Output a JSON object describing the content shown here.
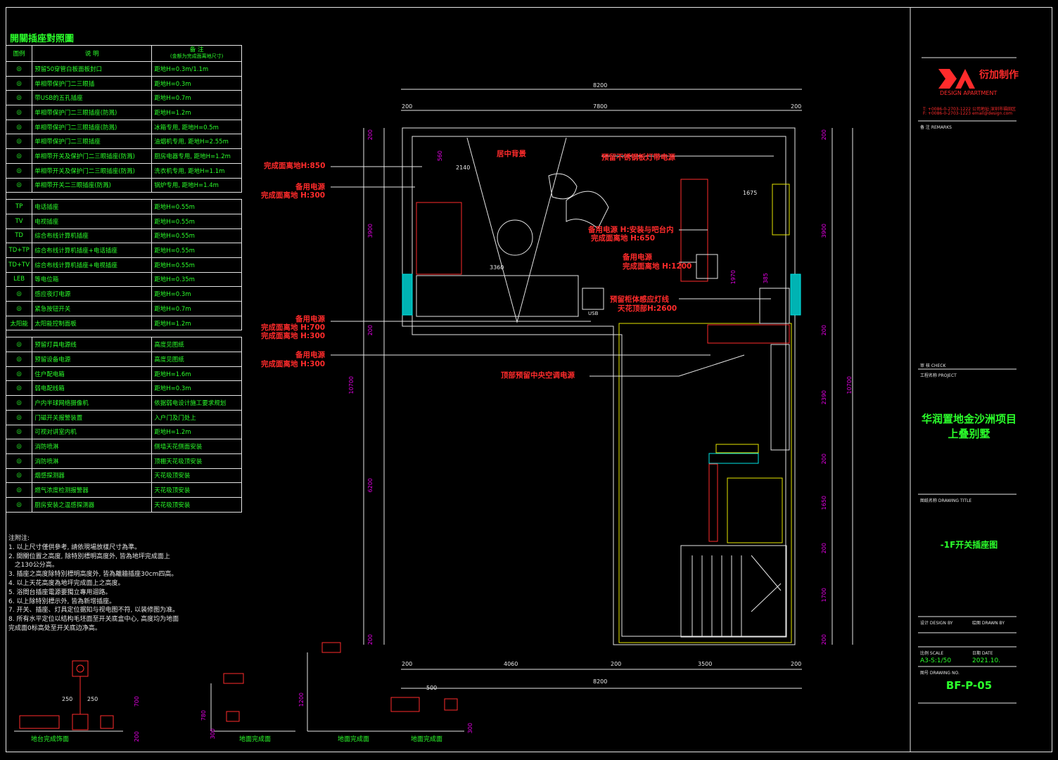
{
  "legend": {
    "title": "開關插座對照圖",
    "header": {
      "symbol": "圖例",
      "desc": "说 明",
      "remark": "备 注",
      "remark_sub": "(金额为完成面离地尺寸)"
    },
    "group1": [
      {
        "desc": "预留50穿管白板面板封口",
        "remark": "距地H=0.3m/1.1m"
      },
      {
        "desc": "单相带保护门二三眼插",
        "remark": "距地H=0.3m"
      },
      {
        "desc": "带USB的五孔插座",
        "remark": "距地H=0.7m"
      },
      {
        "desc": "单相带保护门二三眼插座(防溅)",
        "remark": "距地H=1.2m"
      },
      {
        "desc": "单相带保护门二三眼插座(防溅)",
        "remark": "冰箱专用, 距地H=0.5m"
      },
      {
        "desc": "单相带保护门二三眼插座",
        "remark": "油烟机专用, 距地H=2.55m"
      },
      {
        "desc": "单相带开关及保护门二三眼插座(防溅)",
        "remark": "厨房电器专用, 距地H=1.2m"
      },
      {
        "desc": "单相带开关及保护门二三眼插座(防溅)",
        "remark": "洗衣机专用, 距地H=1.1m"
      },
      {
        "desc": "单相带开关二三眼插座(防溅)",
        "remark": "锅炉专用, 距地H=1.4m"
      }
    ],
    "group2": [
      {
        "sym": "TP",
        "desc": "电话插座",
        "remark": "距地H=0.55m"
      },
      {
        "sym": "TV",
        "desc": "电视插座",
        "remark": "距地H=0.55m"
      },
      {
        "sym": "TD",
        "desc": "综合布线计算机插座",
        "remark": "距地H=0.55m"
      },
      {
        "sym": "TD+TP",
        "desc": "综合布线计算机插座+电话插座",
        "remark": "距地H=0.55m"
      },
      {
        "sym": "TD+TV",
        "desc": "综合布线计算机插座+电视插座",
        "remark": "距地H=0.55m"
      },
      {
        "sym": "LEB",
        "desc": "等电位箱",
        "remark": "距地H=0.35m"
      },
      {
        "sym": "",
        "desc": "感应夜灯电源",
        "remark": "距地H=0.3m"
      },
      {
        "sym": "",
        "desc": "紧急按钮开关",
        "remark": "距地H=0.7m"
      },
      {
        "sym": "太阳能",
        "desc": "太阳能控制面板",
        "remark": "距地H=1.2m"
      }
    ],
    "group3": [
      {
        "desc": "预留灯具电源线",
        "remark": "高度见图纸"
      },
      {
        "desc": "预留设备电源",
        "remark": "高度见图纸"
      },
      {
        "desc": "住户配电箱",
        "remark": "距地H=1.6m"
      },
      {
        "desc": "弱电配线箱",
        "remark": "距地H=0.3m"
      },
      {
        "desc": "户内半球网络摄像机",
        "remark": "依据弱电设计施工要求规划"
      },
      {
        "desc": "门磁开关报警装置",
        "remark": "入户门及门处上"
      },
      {
        "desc": "可视对讲室内机",
        "remark": "距地H=1.2m"
      },
      {
        "desc": "消防喷淋",
        "remark": "侧墙天花侧面安装"
      },
      {
        "desc": "消防喷淋",
        "remark": "顶棚天花吸顶安装"
      },
      {
        "desc": "烟感探测器",
        "remark": "天花吸顶安装"
      },
      {
        "desc": "燃气浓度检测报警器",
        "remark": "天花吸顶安装"
      },
      {
        "desc": "厨房安装之温感探测器",
        "remark": "天花吸顶安装"
      }
    ]
  },
  "notes": {
    "heading": "注附注:",
    "lines": [
      "1. 以上尺寸僅供參考, 請依現場放樣尺寸為準。",
      "2. 開關位置之高度, 除特別標明高度外, 皆為地坪完成面上",
      "   之130公分高。",
      "3. 插座之高度除特別標明高度外, 皆為離牆插座30cm四高。",
      "4. 以上天花高度為地坪完成面上之高度。",
      "5. 浴間台插座電源要獨立專用迴路。",
      "6. 以上除特別標示外, 皆為新增插座。",
      "7. 开关、插座、灯具定位据知与视电图不符, 以装修图为准。",
      "8. 所有水平定位以结构毛坯面至开关底盒中心, 高度均为地面",
      "完成面0标高处至开关底边净高。"
    ]
  },
  "plan": {
    "labels": {
      "wall_center": "居中背景",
      "stainless_strip": "预留不锈钢板灯带电源",
      "finish_850": "完成面离地H:850",
      "spare1": "备用电源",
      "spare1_h": "完成面离地 H:300",
      "spare2": "备用电源 H:安装与吧台内",
      "spare2_h": "完成面离地 H:650",
      "spare3": "备用电源",
      "spare3_h": "完成面离地 H:1200",
      "cabinet": "预留柜体感应灯线",
      "cabinet_h": "天花顶部H:2600",
      "spare4": "备用电源",
      "spare4_h1": "完成面离地 H:700",
      "spare4_h2": "完成面离地 H:300",
      "spare5": "备用电源",
      "spare5_h": "完成面离地 H:300",
      "ac": "顶部预留中央空调电源",
      "usb": "USB"
    },
    "dims": {
      "top_total": "8200",
      "top_mid": "7800",
      "top_left": "200",
      "top_right": "200",
      "bottom_total": "8200",
      "bottom_a": "4060",
      "bottom_b": "3500",
      "bottom_c1": "200",
      "bottom_c2": "200",
      "bottom_c3": "200",
      "d2140": "2140",
      "d560": "560",
      "d3360": "3360",
      "d1675": "1675",
      "d1970": "1970",
      "d385": "385",
      "left_total": "10700",
      "left_200a": "200",
      "left_3900": "3900",
      "left_200b": "200",
      "left_6200": "6200",
      "left_200c": "200",
      "right_total": "10700",
      "right_200a": "200",
      "right_3900": "3900",
      "right_200b": "200",
      "right_2390": "2390",
      "right_200c": "200",
      "right_1650": "1650",
      "right_200d": "200",
      "right_1700": "1700",
      "right_200e": "200"
    },
    "details": {
      "d250a": "250",
      "d250b": "250",
      "d700": "700",
      "d200": "200",
      "d1200": "1200",
      "d780": "780",
      "d300": "300",
      "d500": "500",
      "d300b": "300",
      "floor1": "地台完成饰面",
      "floor2": "地面完成面",
      "floor3": "地面完成面",
      "floor4": "地面完成面"
    }
  },
  "titleblock": {
    "brand": "衍加制作",
    "brand_en": "DESIGN APARTMENT",
    "phone1": "T: +0086-0-2703-1222  公司地址:深圳市福田区",
    "phone2": "F: +0086-0-2703-1223  email@design.com",
    "remarks": "备 注 REMARKS",
    "check": "审 核 CHECK",
    "project_label": "工程名称 PROJECT",
    "project_line1": "华润置地金沙洲项目",
    "project_line2": "上叠别墅",
    "drawing_title_label": "图纸名称 DRAWING TITLE",
    "drawing_title": "-1F开关插座图",
    "design_label": "设计 DESIGN BY",
    "drawn_label": "绘图 DRAWN BY",
    "scale_label": "比例 SCALE",
    "date_label": "日期 DATE",
    "scale": "A3-S:1/50",
    "date": "2021.10.",
    "drawing_no_label": "图号 DRAWING NO.",
    "drawing_no": "BF-P-05"
  },
  "colors": {
    "wall": "#e6e6e6",
    "green": "#2bff2b",
    "red": "#ff2b2b",
    "magenta": "#e600e6",
    "yellow": "#e6e600",
    "cyan": "#00e6e6"
  }
}
